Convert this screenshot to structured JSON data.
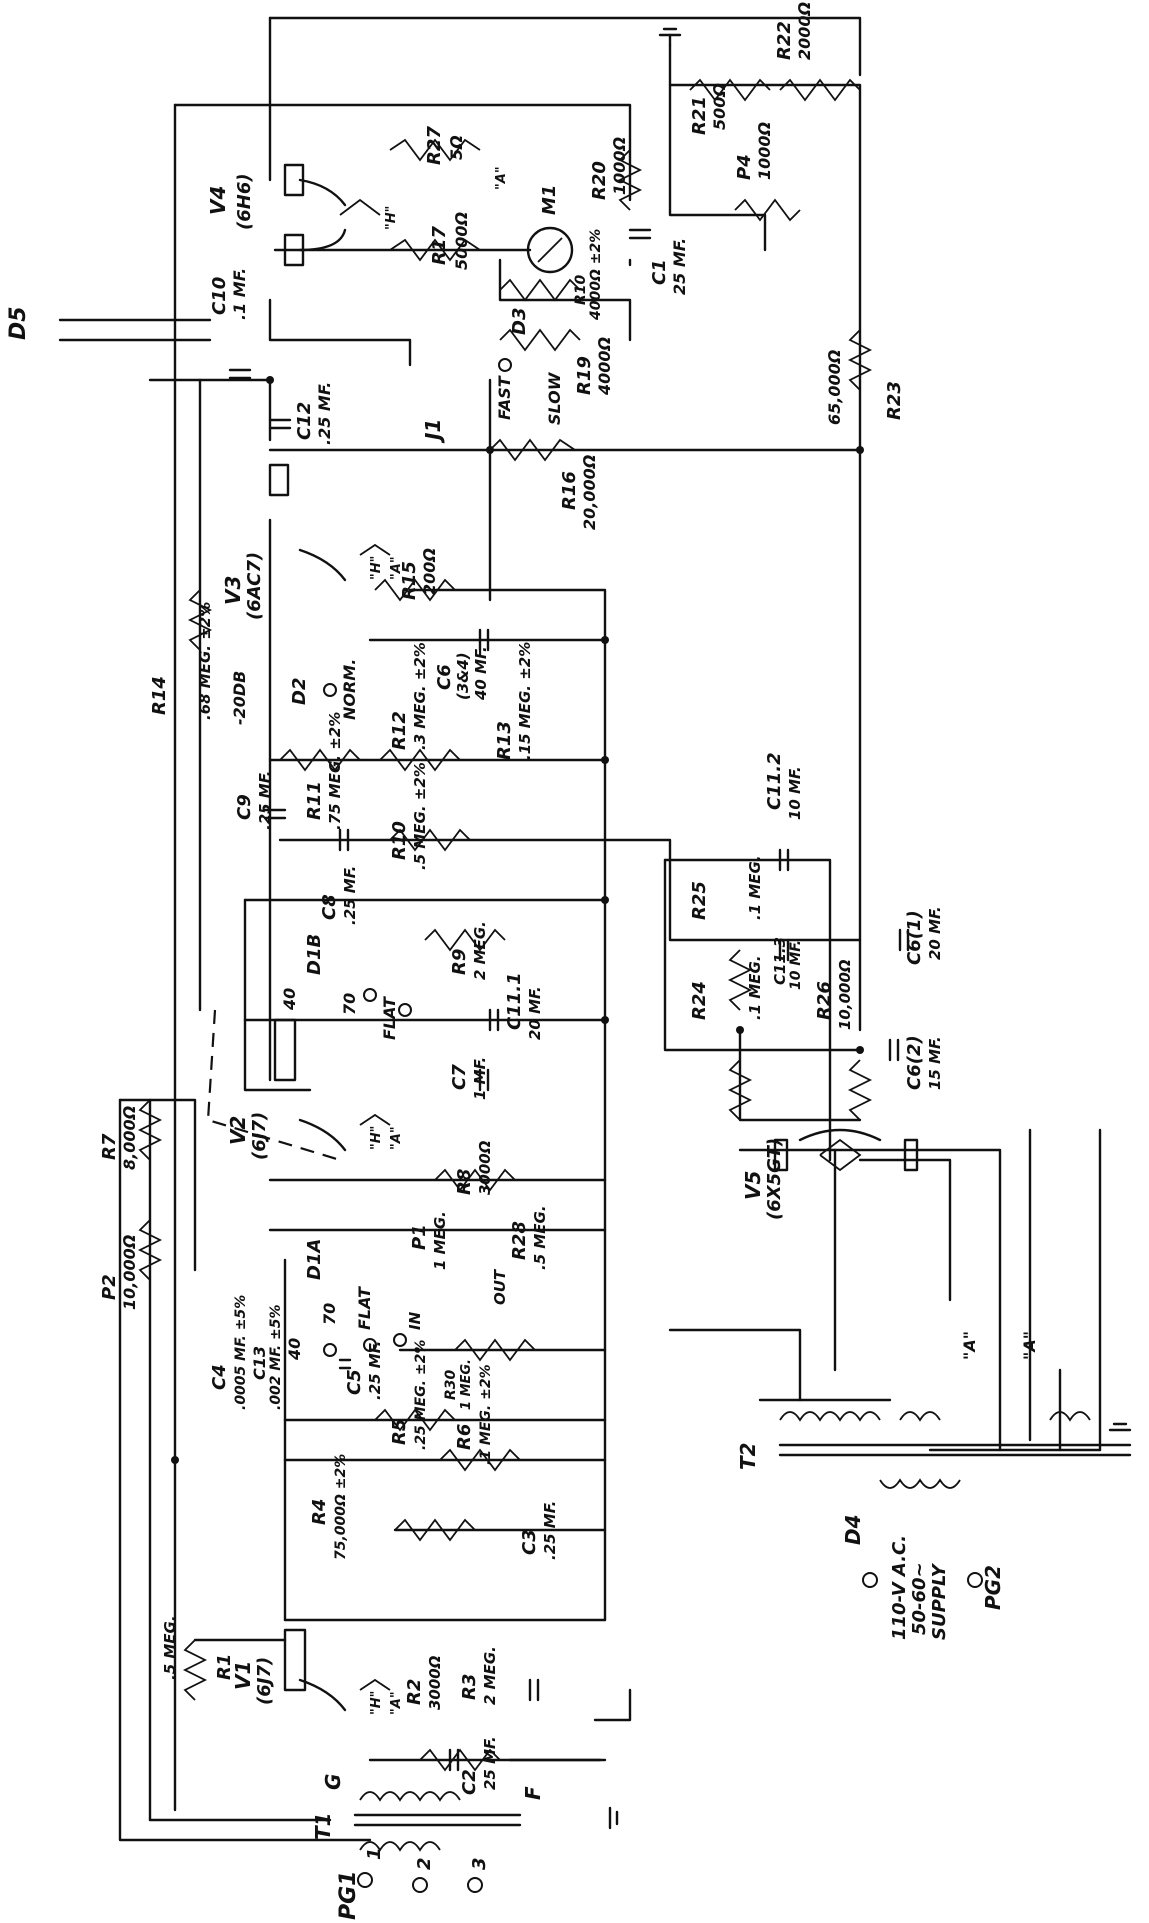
{
  "labels": {
    "D5": "D5",
    "V4": "V4",
    "V4_type": "(6H6)",
    "R27": "R27",
    "R27_val": "5Ω",
    "R17": "R17",
    "R17_val": "5000Ω",
    "M1": "M1",
    "R20": "R20",
    "R20_val": "1000Ω",
    "R22": "R22",
    "R22_val": "2000Ω",
    "R21": "R21",
    "R21_val": "500Ω",
    "P4": "P4",
    "P4_val": "1000Ω",
    "C1": "C1",
    "C1_val": "25 MF.",
    "R10": "R10",
    "R10_val": "4000Ω ±2%",
    "R19": "R19",
    "R19_val": "4000Ω",
    "D3": "D3",
    "FAST": "FAST",
    "SLOW": "SLOW",
    "C10": "C10",
    "C10_val": ".1 MF.",
    "C12": "C12",
    "C12_val": ".25 MF.",
    "J1": "J1",
    "R23": "R23",
    "R23_val": "65,000Ω",
    "R16": "R16",
    "R16_val": "20,000Ω",
    "V3": "V3",
    "V3_type": "(6AC7)",
    "R15": "R15",
    "R15_val": "200Ω",
    "R14": "R14",
    "R14_val": ".68 MEG. ±2%",
    "D2": "D2",
    "NORM": "NORM.",
    "M20DB": "-20DB",
    "C6_34": "C6",
    "C6_34_sub": "(3&4)",
    "C6_34_val": "40 MF.",
    "R12": "R12",
    "R12_val": ".3 MEG. ±2%",
    "R13": "R13",
    "R13_val": ".15 MEG. ±2%",
    "C9": "C9",
    "C9_val": ".25 MF.",
    "R11": "R11",
    "R11_val": ".75 MEG. ±2%",
    "R10b": "R10",
    "R10b_val": ".5 MEG. ±2%",
    "C8": "C8",
    "C8_val": ".25 MF.",
    "C11_2": "C11.2",
    "C11_2_val": "10 MF.",
    "R25": "R25",
    "R25_val": ".1 MEG.",
    "C6_1": "C6(1)",
    "C6_1_val": "20 MF.",
    "R24": "R24",
    "R24_val": ".1 MEG.",
    "C11_3": "C11.3",
    "C11_3_val": "10 MF.",
    "R26": "R26",
    "R26_val": "10,000Ω",
    "C6_2": "C6(2)",
    "C6_2_val": "15 MF.",
    "D1B": "D1B",
    "S40": "40",
    "S70": "70",
    "FLAT": "FLAT",
    "R9": "R9",
    "R9_val": "2 MEG.",
    "C11_1": "C11.1",
    "C11_1_val": "20 MF.",
    "C7": "C7",
    "C7_val": "1 MF.",
    "V2": "V2",
    "V2_type": "(6J7)",
    "R8": "R8",
    "R8_val": "3000Ω",
    "V5": "V5",
    "V5_type": "(6X5GT)",
    "R7": "R7",
    "R7_val": "8,000Ω",
    "P2": "P2",
    "P2_val": "10,000Ω",
    "D1A": "D1A",
    "P1": "P1",
    "P1_val": "1 MEG.",
    "R28": "R28",
    "R28_val": ".5 MEG.",
    "C4": "C4",
    "C4_val": ".0005 MF. ±5%",
    "C13": "C13",
    "C13_val": ".002 MF. ±5%",
    "S40b": "40",
    "S70b": "70",
    "FLATb": "FLAT",
    "C5": "C5",
    "C5_val": ".25 MF.",
    "IN": "IN",
    "OUT": "OUT",
    "R5": "R5",
    "R5_val": ".25 MEG. ±2%",
    "R30": "R30",
    "R30_val": "1 MEG.",
    "R6": "R6",
    "R6_val": ".1 MEG. ±2%",
    "R4": "R4",
    "R4_val": "75,000Ω ±2%",
    "C3": "C3",
    "C3_val": ".25 MF.",
    "R1": "R1",
    "R1_val": ".5 MEG.",
    "V1": "V1",
    "V1_type": "(6J7)",
    "R2": "R2",
    "R2_val": "3000Ω",
    "R3": "R3",
    "R3_val": "2 MEG.",
    "C2": "C2",
    "C2_val": "25 MF.",
    "G": "G",
    "F": "F",
    "T1": "T1",
    "T2": "T2",
    "D4": "D4",
    "PG1": "PG1",
    "PG2": "PG2",
    "pin1": "1",
    "pin2": "2",
    "pin3": "3",
    "A1": "\"A\"",
    "A2": "\"A\"",
    "supply1": "110-V A.C.",
    "supply2": "50-60~",
    "supply3": "SUPPLY",
    "H1": "\"H\"",
    "H2": "\"A\"",
    "H3": "\"H\"",
    "H4": "\"A\"",
    "H5": "\"H\"",
    "H6": "\"A\"",
    "H7": "\"H\"",
    "H8": "\"A\""
  }
}
